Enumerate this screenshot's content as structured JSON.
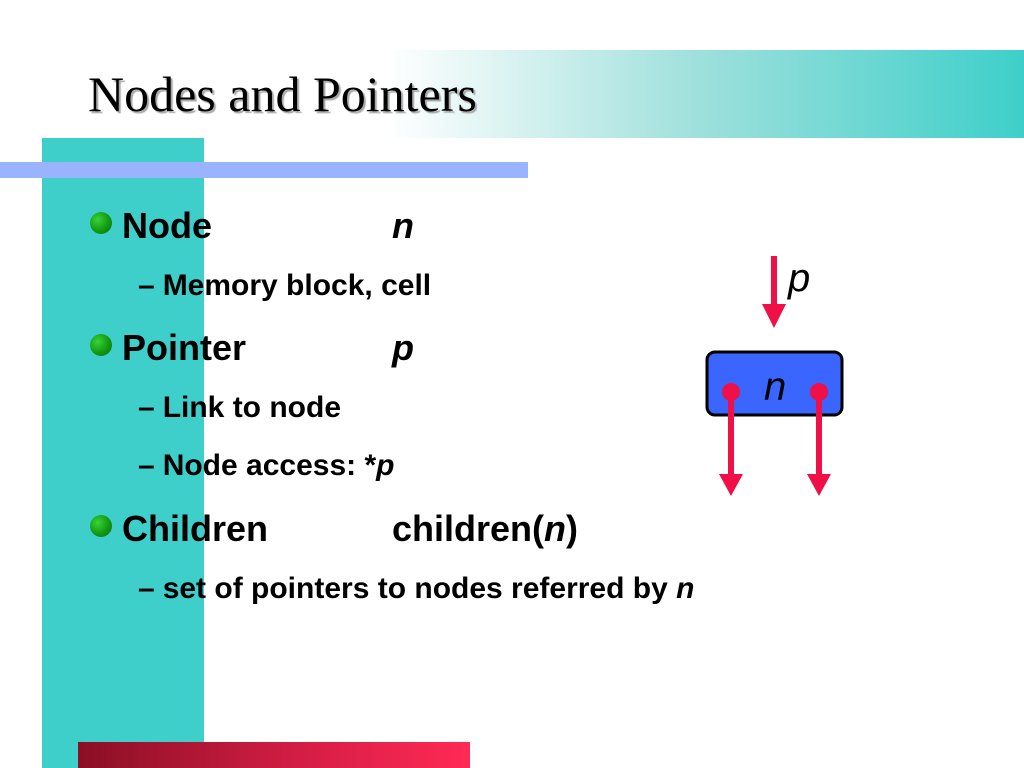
{
  "title": "Nodes and Pointers",
  "bullets": [
    {
      "term": "Node",
      "symbol": "n",
      "sub": [
        {
          "text": "Memory block, cell"
        }
      ]
    },
    {
      "term": "Pointer",
      "symbol": "p",
      "sub": [
        {
          "text": "Link to node"
        },
        {
          "text": "Node access: *",
          "italic": "p"
        }
      ]
    },
    {
      "term": "Children",
      "symbol_prefix": "children(",
      "symbol": "n",
      "symbol_suffix": ")",
      "sub": [
        {
          "text": "set of pointers to nodes referred by ",
          "italic": "n"
        }
      ]
    }
  ],
  "diagram": {
    "pointer_label": "p",
    "node_label": "n",
    "colors": {
      "node_fill": "#3a66ff",
      "arrow": "#ee1046",
      "bullet": "#1aa81a"
    }
  },
  "colors": {
    "teal": "#3ecfca",
    "periwinkle": "#99b3ff",
    "crimson": "#d81e46"
  }
}
